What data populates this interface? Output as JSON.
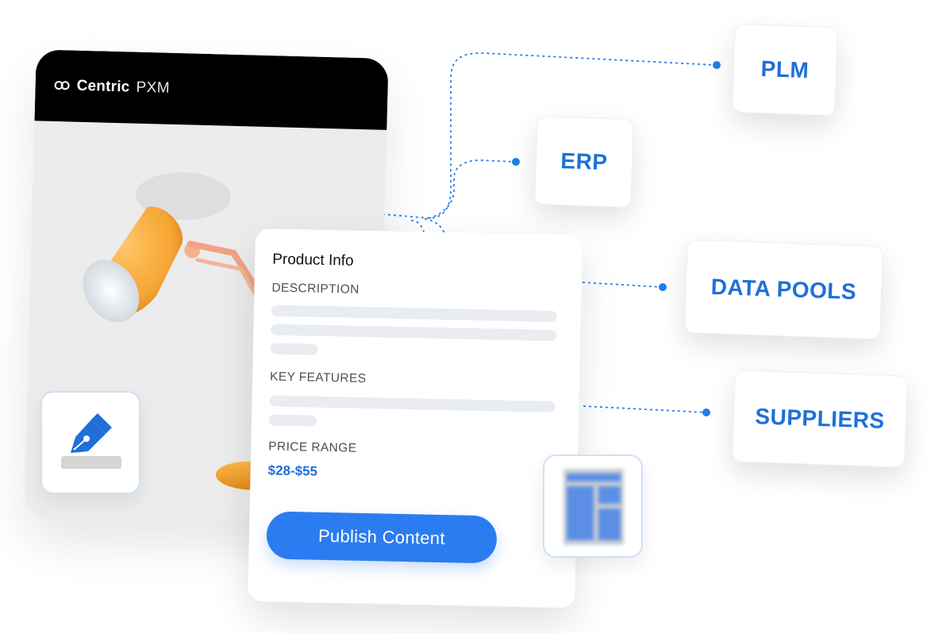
{
  "app": {
    "brand_name": "Centric",
    "brand_product": "PXM"
  },
  "product_info": {
    "title": "Product Info",
    "description_label": "DESCRIPTION",
    "key_features_label": "KEY FEATURES",
    "price_range_label": "PRICE RANGE",
    "price_range_value": "$28-$55",
    "publish_button": "Publish Content"
  },
  "systems": [
    {
      "label": "PLM"
    },
    {
      "label": "ERP"
    },
    {
      "label": "DATA POOLS"
    },
    {
      "label": "SUPPLIERS"
    }
  ],
  "colors": {
    "accent": "#2b7cf0",
    "link_text": "#1f6fd9",
    "header_bg": "#000000",
    "lamp": "#f6a532"
  },
  "icons": [
    "centric-logo-icon",
    "pen-nib-icon",
    "layout-grid-icon"
  ]
}
